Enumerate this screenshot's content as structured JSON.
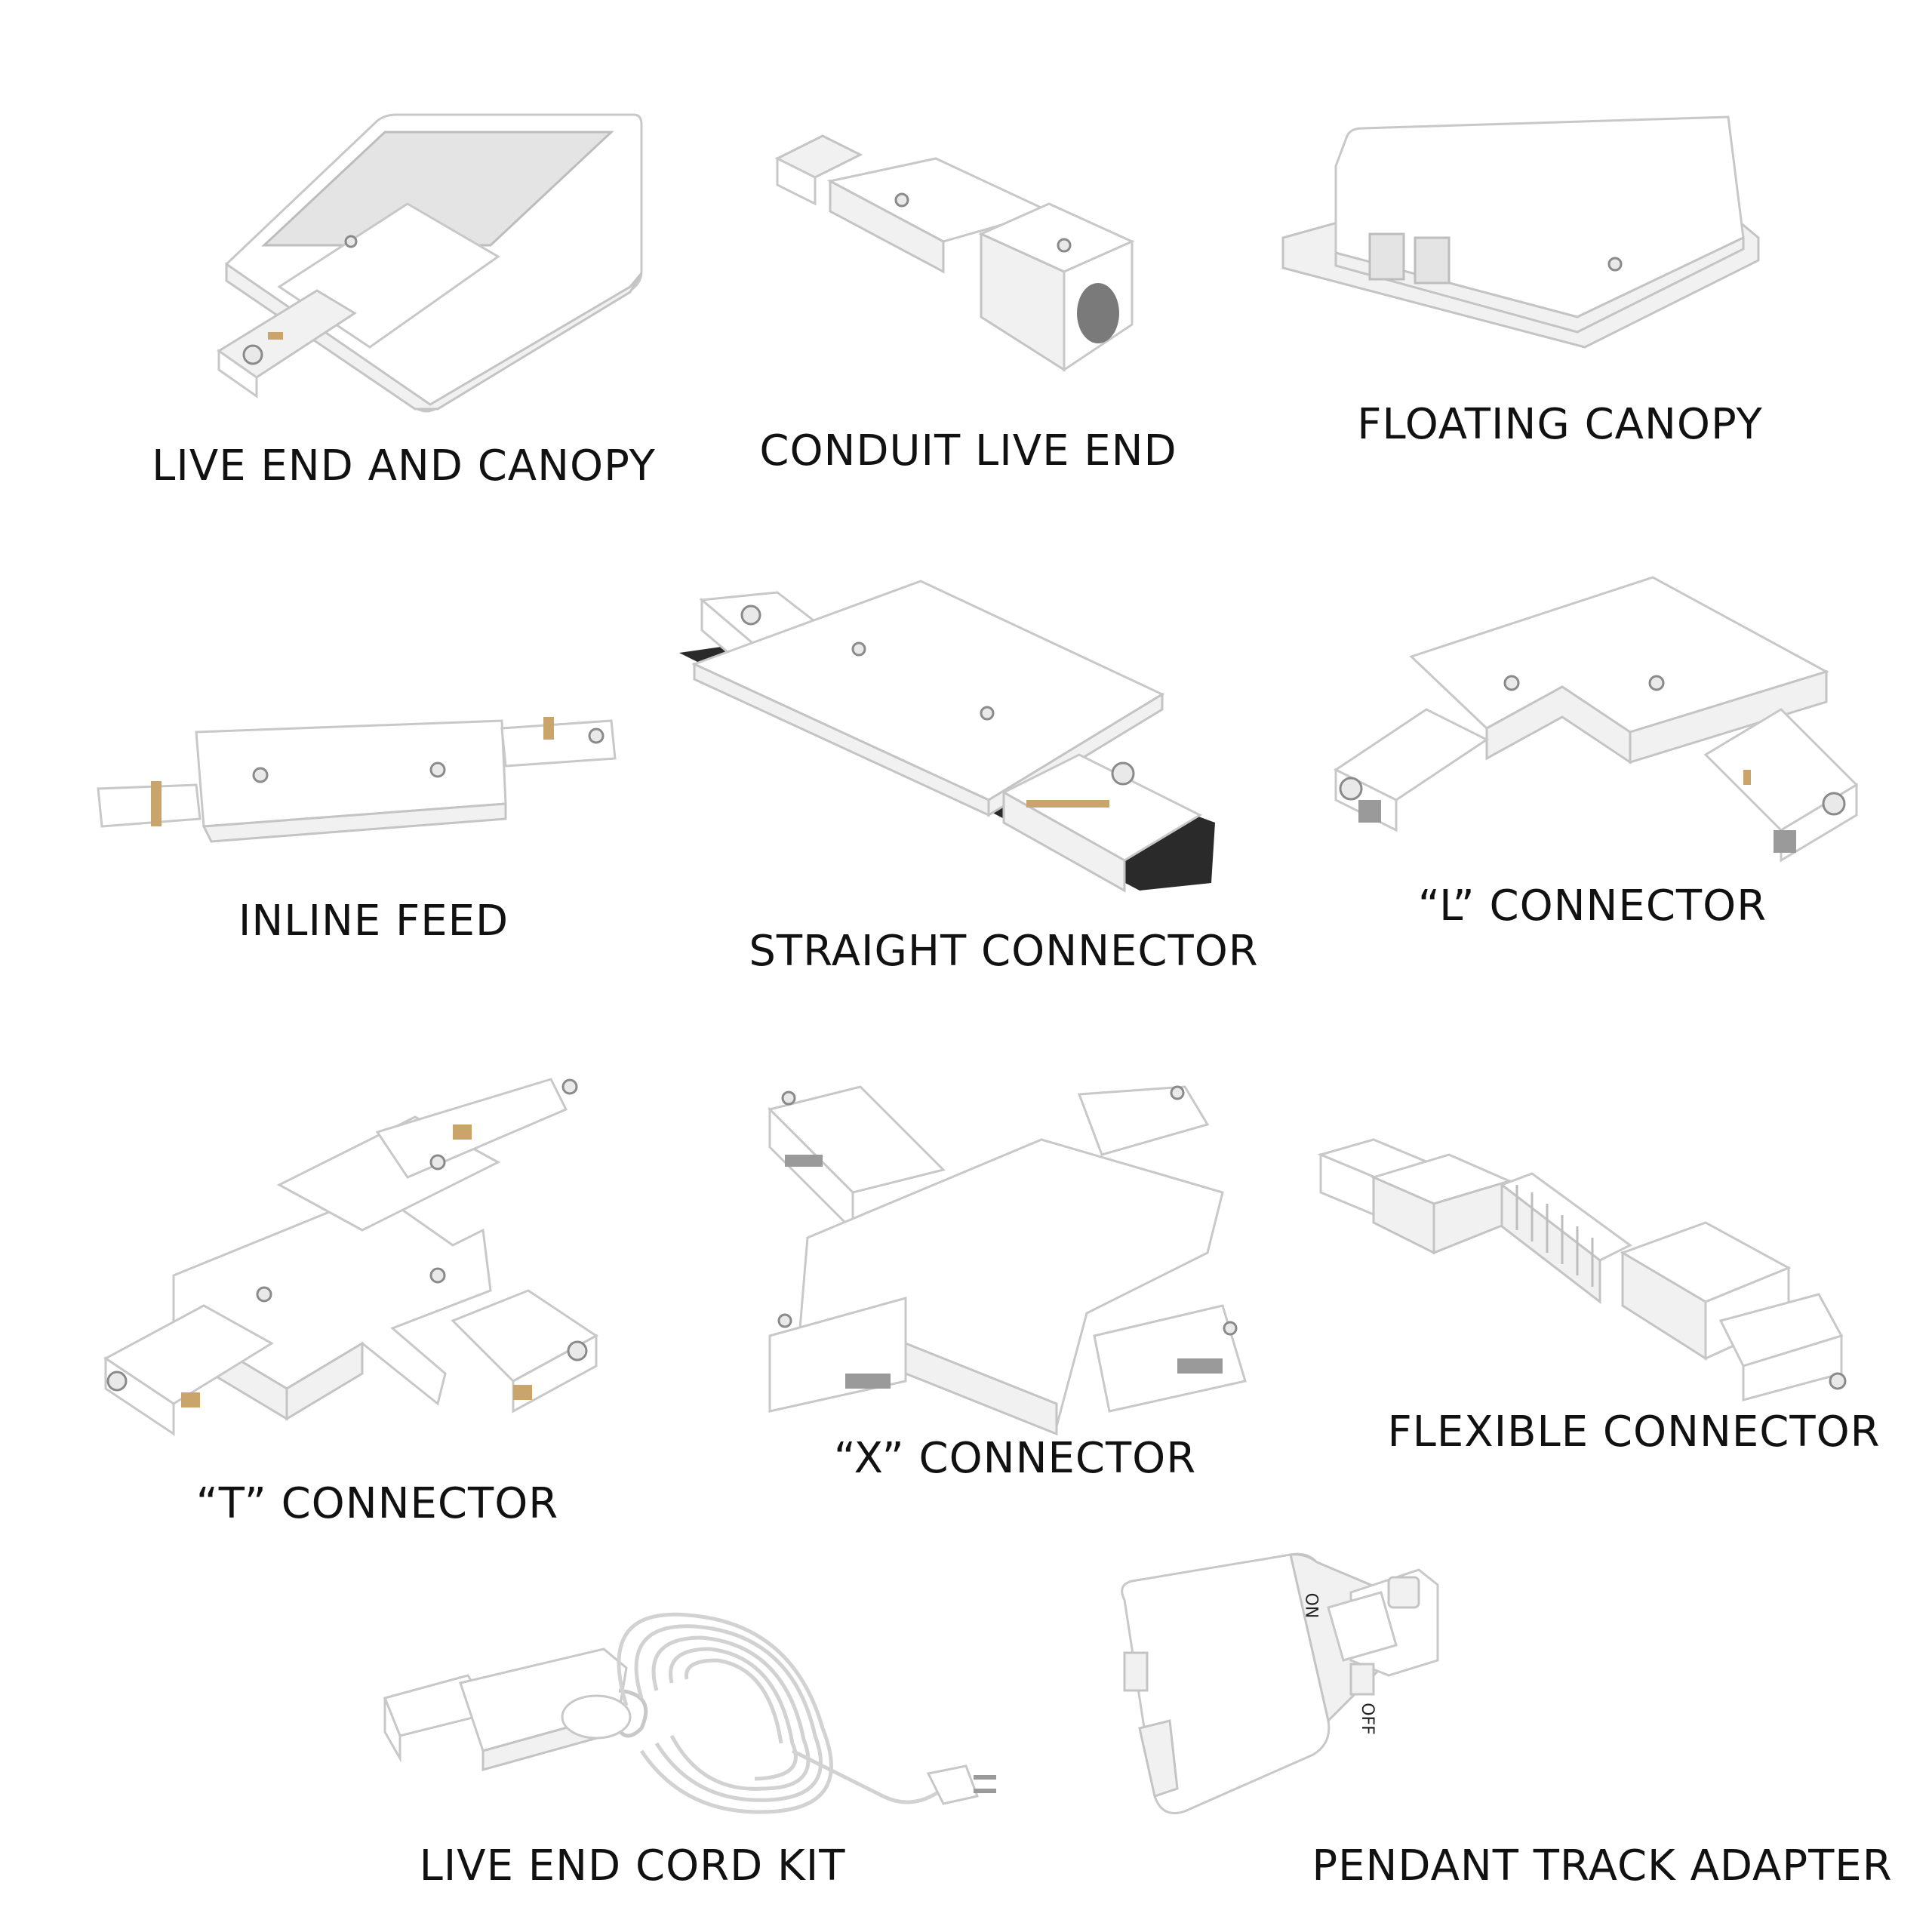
{
  "products": [
    {
      "id": "live-end-canopy",
      "label": "LIVE END AND CANOPY",
      "icon": "live-end-canopy-icon"
    },
    {
      "id": "conduit-live-end",
      "label": "CONDUIT LIVE END",
      "icon": "conduit-live-end-icon"
    },
    {
      "id": "floating-canopy",
      "label": "FLOATING CANOPY",
      "icon": "floating-canopy-icon"
    },
    {
      "id": "inline-feed",
      "label": "INLINE FEED",
      "icon": "inline-feed-icon"
    },
    {
      "id": "straight-connector",
      "label": "STRAIGHT CONNECTOR",
      "icon": "straight-connector-icon"
    },
    {
      "id": "l-connector",
      "label": "“L” CONNECTOR",
      "icon": "l-connector-icon"
    },
    {
      "id": "t-connector",
      "label": "“T” CONNECTOR",
      "icon": "t-connector-icon"
    },
    {
      "id": "x-connector",
      "label": "“X” CONNECTOR",
      "icon": "x-connector-icon"
    },
    {
      "id": "flexible-connector",
      "label": "FLEXIBLE CONNECTOR",
      "icon": "flexible-connector-icon"
    },
    {
      "id": "live-end-cord-kit",
      "label": "LIVE END CORD KIT",
      "icon": "live-end-cord-kit-icon"
    },
    {
      "id": "pendant-track-adapter",
      "label": "PENDANT TRACK ADAPTER",
      "icon": "pendant-track-adapter-icon",
      "switch_on": "ON",
      "switch_off": "OFF"
    }
  ]
}
